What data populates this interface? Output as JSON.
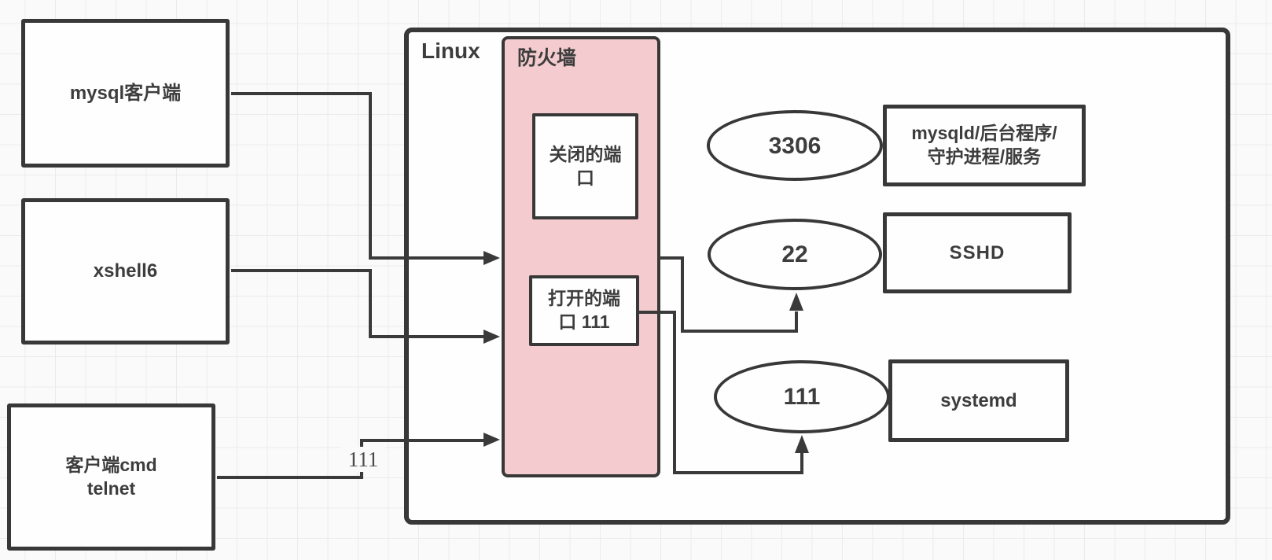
{
  "diagram_title": "Linux firewall port diagram",
  "colors": {
    "stroke": "#3a3a3a",
    "firewall_fill": "#f4cbce",
    "node_fill": "#fefefe",
    "background": "#fbfafa",
    "grid_line": "#ecebe9",
    "text": "#3d3d3d"
  },
  "nodes": {
    "mysql_client": "mysql客户端",
    "xshell": "xshell6",
    "telnet_client": "客户端cmd\ntelnet",
    "linux": "Linux",
    "firewall": "防火墙",
    "closed_port": "关闭的端\n口",
    "open_port": "打开的端\n口 111",
    "port_3306": "3306",
    "port_22": "22",
    "port_111": "111",
    "mysqld_service": "mysqld/后台程序/\n守护进程/服务",
    "sshd_service": "SSHD",
    "systemd_service": "systemd"
  },
  "edge_labels": {
    "telnet_port": "111"
  }
}
